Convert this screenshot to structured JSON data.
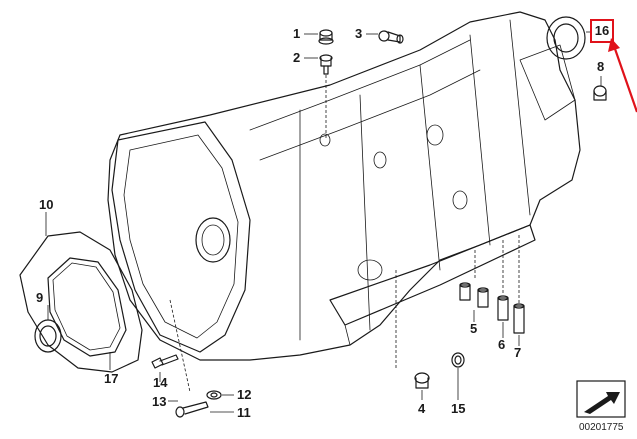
{
  "callouts": {
    "c1": "1",
    "c2": "2",
    "c3": "3",
    "c4": "4",
    "c5": "5",
    "c6": "6",
    "c7": "7",
    "c8": "8",
    "c9": "9",
    "c10": "10",
    "c11": "11",
    "c12": "12",
    "c13": "13",
    "c14": "14",
    "c15": "15",
    "c16": "16",
    "c17": "17"
  },
  "highlight": {
    "color": "#e0121a"
  },
  "reference_number": "00201775",
  "nav_icon": "arrow-icon"
}
